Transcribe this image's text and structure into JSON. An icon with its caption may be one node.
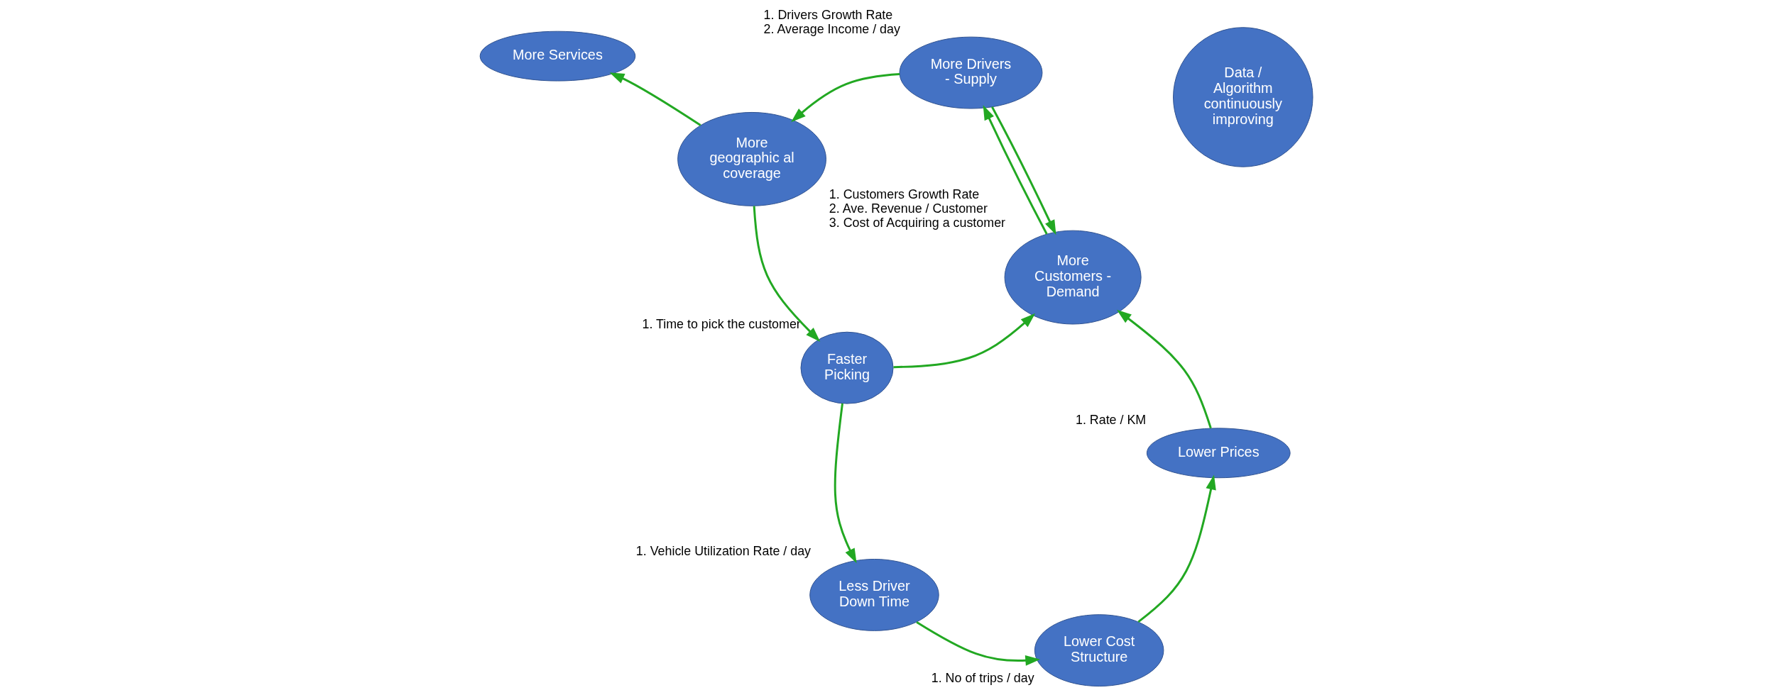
{
  "diagram": {
    "nodes": [
      {
        "text": [
          "Lower Prices"
        ],
        "beside": [
          "1. Rate / KM"
        ]
      },
      {
        "text": [
          "More Customers - Demand"
        ],
        "beside": [
          "1. Customers Growth Rate",
          "2. Ave. Revenue / Customer",
          "3. Cost of Acquiring a customer"
        ]
      },
      {
        "text": [
          "Lower Cost Structure"
        ],
        "beside": [
          "1. No of trips / day"
        ]
      },
      {
        "text": [
          "Data / Algorithm continuously improving"
        ]
      },
      {
        "text": [
          "More Drivers - Supply"
        ],
        "beside": [
          "1. Drivers Growth Rate",
          "2. Average Income / day"
        ]
      },
      {
        "text": [
          "Faster Picking"
        ],
        "beside": [
          "1. Time to pick the customer"
        ]
      },
      {
        "text": [
          "Less Driver Down Time"
        ],
        "beside": [
          "1. Vehicle Utilization Rate / day"
        ]
      },
      {
        "text": [
          "More geographic al coverage"
        ]
      },
      {
        "text": [
          "More Services"
        ]
      }
    ],
    "edges": [
      {
        "from": 0,
        "to": 1,
        "arrow": "to"
      },
      {
        "from": 1,
        "to": 4,
        "arrow": "to"
      },
      {
        "from": 4,
        "to": 1,
        "arrow": "to"
      },
      {
        "from": 4,
        "to": 7,
        "arrow": "to"
      },
      {
        "from": 7,
        "to": 5,
        "arrow": "to"
      },
      {
        "from": 5,
        "to": 1,
        "arrow": "to"
      },
      {
        "from": 5,
        "to": 6,
        "arrow": "to"
      },
      {
        "from": 6,
        "to": 2,
        "arrow": "to"
      },
      {
        "from": 2,
        "to": 0,
        "arrow": "to"
      },
      {
        "from": 7,
        "to": 8,
        "arrow": "to"
      }
    ]
  }
}
